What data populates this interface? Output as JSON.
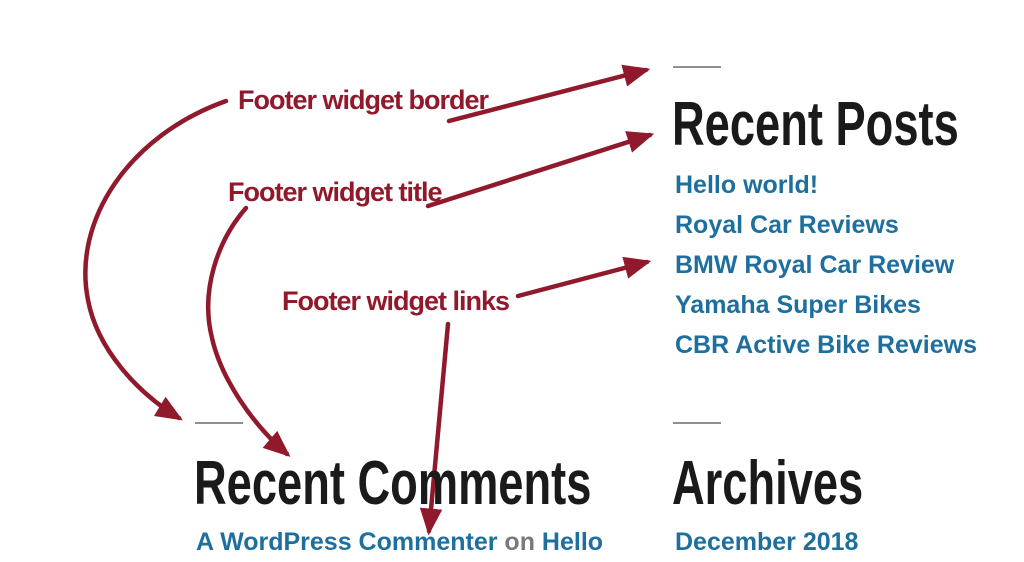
{
  "colors": {
    "annotation": "#901a2c",
    "link": "#1e6f9e",
    "heading": "#1a1a1a",
    "muted_text": "#7a7a7a",
    "widget_border": "#8f8f8f",
    "background": "#ffffff"
  },
  "annotations": {
    "border_label": "Footer widget border",
    "title_label": "Footer widget title",
    "links_label": "Footer widget links"
  },
  "widgets": {
    "recent_posts": {
      "title": "Recent Posts",
      "links": [
        "Hello world!",
        "Royal Car Reviews",
        "BMW Royal Car Review",
        "Yamaha Super Bikes",
        "CBR Active Bike Reviews"
      ]
    },
    "recent_comments": {
      "title": "Recent Comments",
      "comment_author": "A WordPress Commenter",
      "comment_connector": "on",
      "comment_post": "Hello"
    },
    "archives": {
      "title": "Archives",
      "links": [
        "December 2018"
      ]
    }
  }
}
